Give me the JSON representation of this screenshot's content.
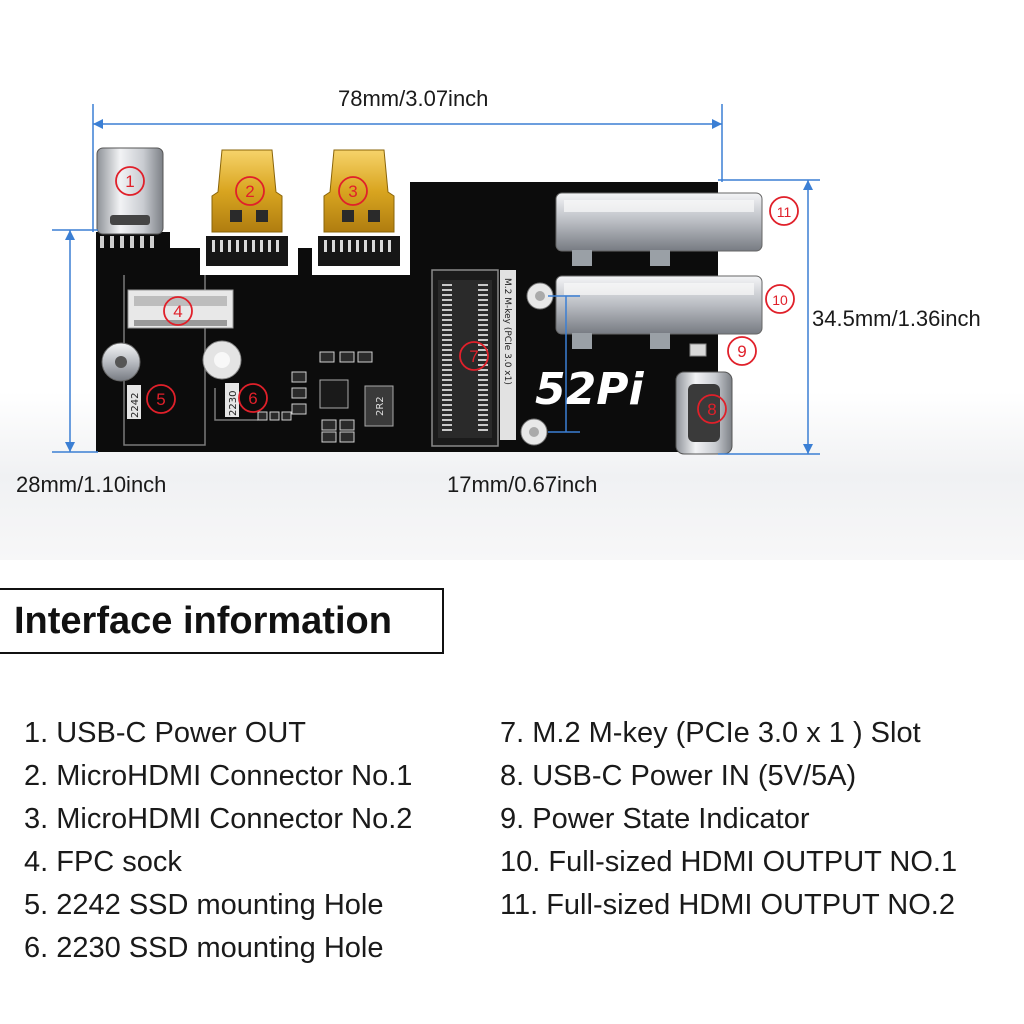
{
  "dimensions": {
    "width_label": "78mm/3.07inch",
    "height_right_label": "34.5mm/1.36inch",
    "height_left_label": "28mm/1.10inch",
    "slot_offset_label": "17mm/0.67inch"
  },
  "callouts": [
    "1",
    "2",
    "3",
    "4",
    "5",
    "6",
    "7",
    "8",
    "9",
    "10",
    "11"
  ],
  "board_labels": {
    "brand": "52Pi",
    "hole_2242": "2242",
    "hole_2230": "2230",
    "slot_text": "M.2 M-key (PCIe 3.0 x1)",
    "inductor": "2R2"
  },
  "section_title": "Interface information",
  "interfaces_left": [
    "1. USB-C Power OUT",
    "2. MicroHDMI Connector No.1",
    "3. MicroHDMI Connector No.2",
    "4. FPC sock",
    "5. 2242 SSD mounting Hole",
    "6. 2230 SSD mounting Hole"
  ],
  "interfaces_right": [
    "7. M.2 M-key (PCIe 3.0 x 1 ) Slot",
    "8. USB-C Power IN (5V/5A)",
    "9. Power State Indicator",
    "10. Full-sized HDMI OUTPUT  NO.1",
    "11. Full-sized HDMI OUTPUT  NO.2"
  ],
  "colors": {
    "callout": "#e0202a",
    "dimension_line": "#3b7fd4",
    "pcb": "#0c0c0c"
  }
}
